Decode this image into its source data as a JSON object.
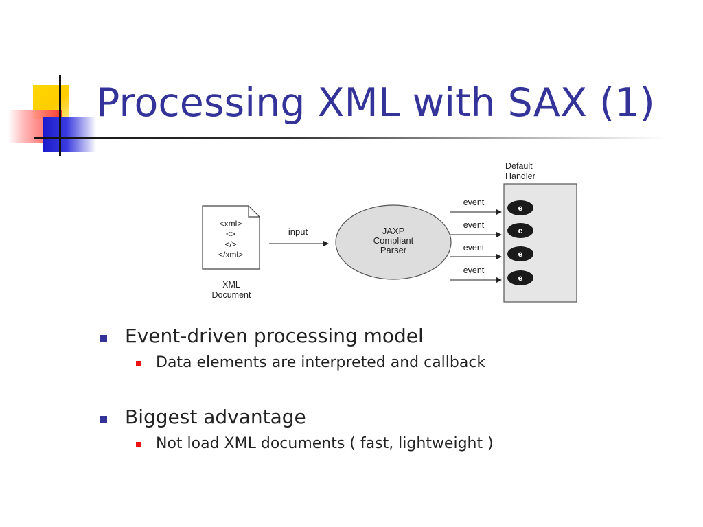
{
  "slide": {
    "title": "Processing XML with SAX (1)"
  },
  "diagram": {
    "document_lines": [
      "<xml>",
      "<>",
      "</>",
      "</xml>"
    ],
    "document_label": [
      "XML",
      "Document"
    ],
    "input_label": "input",
    "parser_label": [
      "JAXP",
      "Compliant",
      "Parser"
    ],
    "handler_label": [
      "Default",
      "Handler"
    ],
    "event_label": "event",
    "event_marker": "e",
    "event_count": 4
  },
  "bullets": [
    {
      "text": "Event-driven processing model",
      "sub": [
        "Data elements are interpreted and callback"
      ]
    },
    {
      "text": "Biggest advantage",
      "sub": [
        "Not load XML documents ( fast, lightweight )"
      ]
    }
  ],
  "colors": {
    "title": "#333399",
    "bullet_level1": "#333399",
    "bullet_level2": "#ee1111",
    "parser_fill": "#dddddd",
    "handler_fill": "#e6e6e6",
    "event_marker_fill": "#1a1a1a"
  }
}
